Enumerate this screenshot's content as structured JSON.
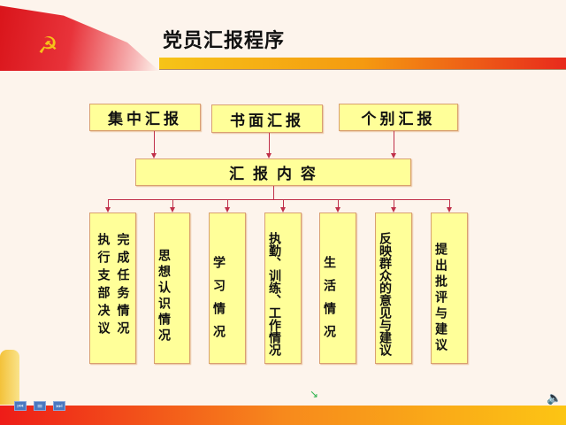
{
  "title": "党员汇报程序",
  "methods": [
    "集中汇报",
    "书面汇报",
    "个别汇报"
  ],
  "content_box": "汇 报 内 容",
  "items": [
    {
      "col1": "执行支部决议",
      "col2": "完成任务情况"
    },
    {
      "text": "思想认识情况"
    },
    {
      "text": "学习情况"
    },
    {
      "text": "执勤、训练、工作情况"
    },
    {
      "text": "生活情况"
    },
    {
      "text": "反映群众的意见与建议"
    },
    {
      "text": "提出批评与建议"
    }
  ],
  "emblem": "☭",
  "nav": {
    "prev": "⏮",
    "home": "≡",
    "next": "⏭"
  },
  "colors": {
    "box_fill": "#ffff99",
    "connector": "#c0304a",
    "bar_start": "#f6c418",
    "bar_end": "#e82a1c"
  }
}
